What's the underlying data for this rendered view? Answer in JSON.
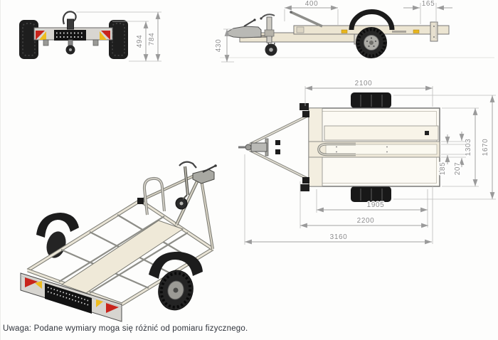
{
  "caption": "Uwaga: Podane wymiary moga się różnić od pomiaru fizycznego.",
  "dimensions": {
    "rear_view": {
      "rail_height": "494",
      "overall_height": "784"
    },
    "side_view": {
      "ramp_offset": "400",
      "rear_overhang": "165",
      "coupler_height": "430"
    },
    "top_view": {
      "bed_length": "2100",
      "channel_width_inner": "185",
      "channel_width_outer": "207",
      "bed_width": "1303",
      "overall_width": "1670",
      "inner_length": "1905",
      "frame_length": "2200",
      "overall_length": "3160"
    }
  },
  "colors": {
    "tire": "#222222",
    "beam_cream": "#ece5d2",
    "lamp_red": "#c8241c",
    "lamp_amber": "#eebc1e",
    "dim_line": "#a2a2a2",
    "dim_text": "#8c8c8c",
    "outline": "#5a5a5a"
  }
}
